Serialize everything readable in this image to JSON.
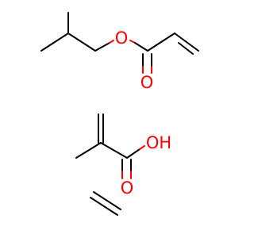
{
  "colors": {
    "bond": "#000000",
    "oxygen": "#ff0000",
    "background": "#ffffff"
  },
  "molecules": [
    {
      "atom_labels": [
        "O",
        "O"
      ]
    },
    {
      "atom_labels": [
        "OH",
        "O"
      ]
    },
    {
      "atom_labels": []
    }
  ]
}
